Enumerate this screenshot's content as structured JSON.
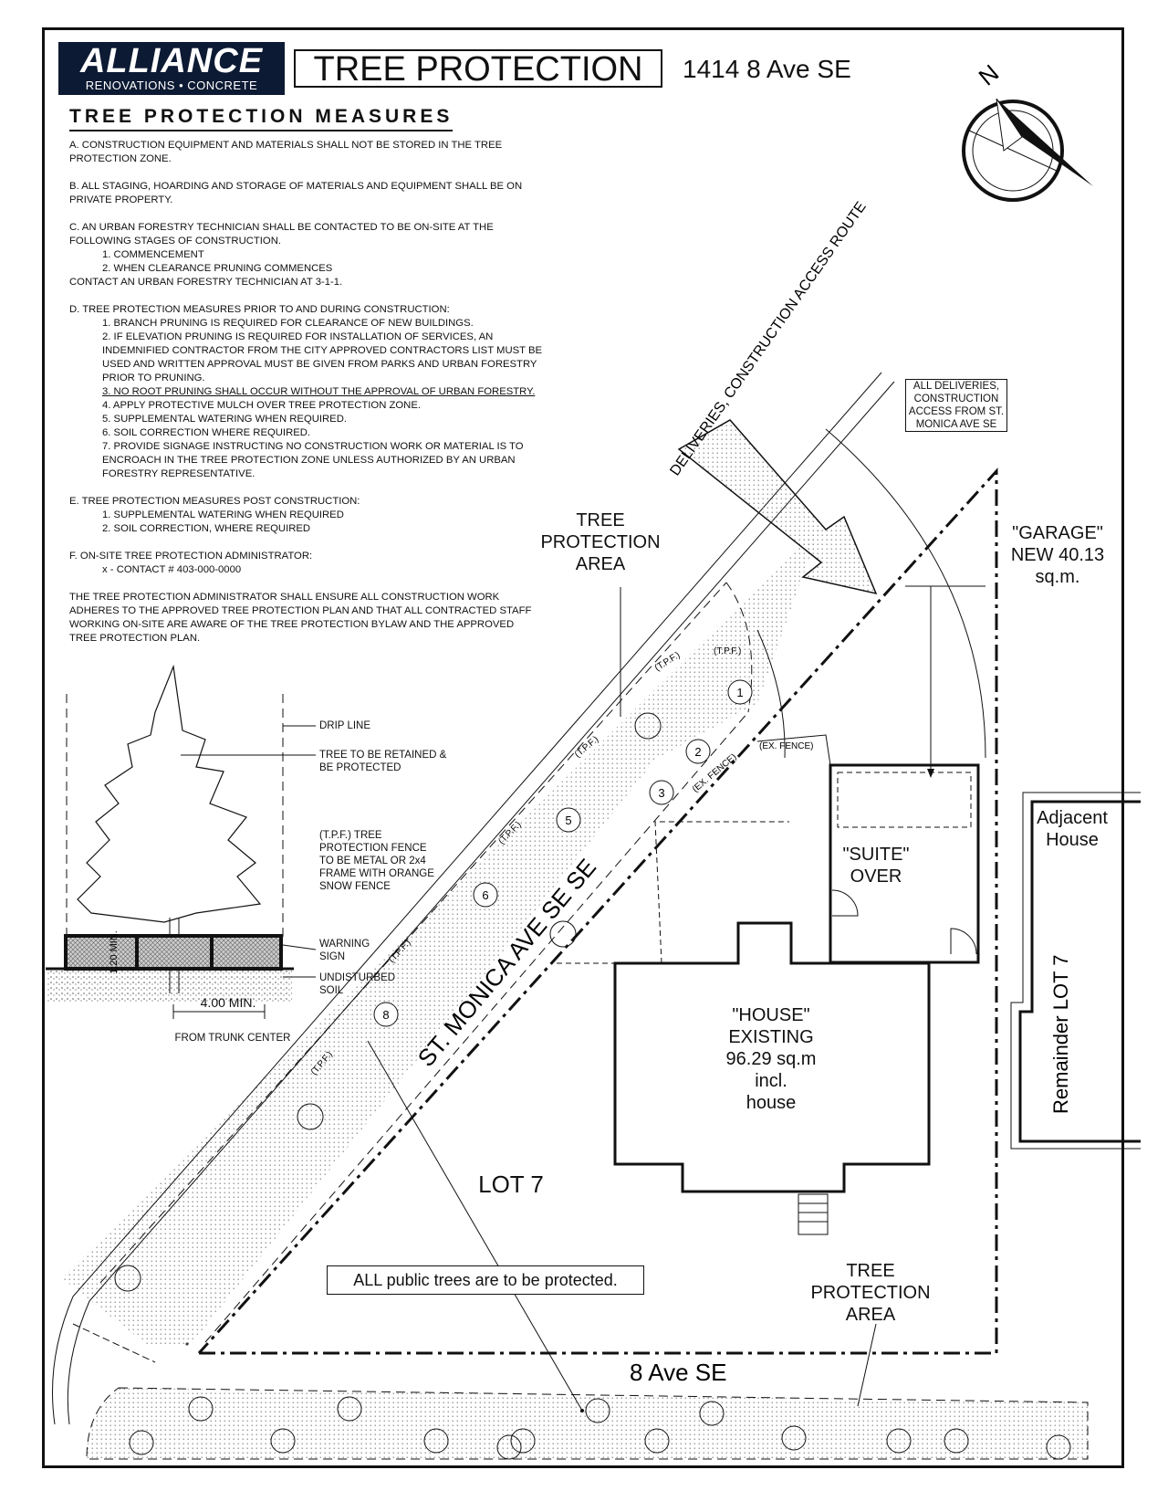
{
  "header": {
    "logo_main": "ALLIANCE",
    "logo_sub": "RENOVATIONS • CONCRETE",
    "title": "TREE PROTECTION",
    "address": "1414 8 Ave SE",
    "north_mark": "N"
  },
  "measures": {
    "heading": "TREE PROTECTION MEASURES",
    "a": "A. CONSTRUCTION EQUIPMENT AND MATERIALS SHALL NOT BE STORED IN THE TREE PROTECTION ZONE.",
    "b": "B. ALL STAGING, HOARDING AND STORAGE OF MATERIALS AND EQUIPMENT SHALL BE ON PRIVATE PROPERTY.",
    "c": "C. AN URBAN FORESTRY TECHNICIAN SHALL BE CONTACTED TO BE ON-SITE AT THE FOLLOWING STAGES OF CONSTRUCTION.",
    "c1": "1. COMMENCEMENT",
    "c2": "2. WHEN CLEARANCE PRUNING COMMENCES",
    "c3": "CONTACT AN URBAN FORESTRY TECHNICIAN AT 3-1-1.",
    "d": "D. TREE PROTECTION MEASURES PRIOR TO AND DURING CONSTRUCTION:",
    "d1": "1. BRANCH PRUNING IS REQUIRED FOR CLEARANCE OF NEW BUILDINGS.",
    "d2": "2. IF ELEVATION PRUNING IS REQUIRED FOR INSTALLATION OF SERVICES, AN INDEMNIFIED CONTRACTOR FROM THE CITY APPROVED CONTRACTORS LIST MUST BE USED AND WRITTEN APPROVAL MUST BE GIVEN FROM PARKS AND URBAN FORESTRY PRIOR TO PRUNING.",
    "d3": "3. NO ROOT PRUNING SHALL OCCUR WITHOUT THE APPROVAL OF URBAN FORESTRY.",
    "d4": "4. APPLY PROTECTIVE MULCH OVER TREE PROTECTION ZONE.",
    "d5": "5. SUPPLEMENTAL WATERING WHEN REQUIRED.",
    "d6": "6. SOIL CORRECTION WHERE REQUIRED.",
    "d7": "7. PROVIDE SIGNAGE INSTRUCTING NO CONSTRUCTION WORK OR MATERIAL IS TO ENCROACH IN THE TREE PROTECTION ZONE UNLESS AUTHORIZED BY AN URBAN FORESTRY REPRESENTATIVE.",
    "e": "E. TREE PROTECTION MEASURES POST CONSTRUCTION:",
    "e1": "1. SUPPLEMENTAL WATERING WHEN REQUIRED",
    "e2": "2. SOIL CORRECTION, WHERE REQUIRED",
    "f": "F. ON-SITE TREE PROTECTION ADMINISTRATOR:",
    "f1": "x - CONTACT # 403-000-0000",
    "g": "THE TREE PROTECTION ADMINISTRATOR SHALL ENSURE ALL CONSTRUCTION WORK ADHERES TO THE APPROVED TREE PROTECTION PLAN AND THAT ALL CONTRACTED STAFF WORKING ON-SITE ARE AWARE OF THE TREE PROTECTION BYLAW AND THE APPROVED TREE PROTECTION PLAN."
  },
  "detail": {
    "drip_line": "DRIP LINE",
    "tree_retained": "TREE TO BE RETAINED & BE PROTECTED",
    "tpf": "(T.P.F.) TREE PROTECTION FENCE TO BE METAL OR 2x4 FRAME WITH ORANGE SNOW FENCE",
    "warning_sign": "WARNING SIGN",
    "undisturbed_soil": "UNDISTURBED SOIL",
    "height": "1.20 MIN.",
    "min_distance": "4.00 MIN.",
    "from_trunk": "FROM TRUNK CENTER"
  },
  "site": {
    "tree_area_top": "TREE PROTECTION AREA",
    "tree_area_bottom": "TREE PROTECTION AREA",
    "deliveries_route": "DELIVERIES, CONSTRUCTION ACCESS ROUTE",
    "deliveries_note": "ALL DELIVERIES, CONSTRUCTION ACCESS FROM ST. MONICA AVE SE",
    "garage": "\"GARAGE\" NEW 40.13 sq.m.",
    "suite": "\"SUITE\" OVER",
    "house_l1": "\"HOUSE\"",
    "house_l2": "EXISTING",
    "house_l3": "96.29 sq.m",
    "house_l4": "incl.",
    "house_l5": "house",
    "adjacent": "Adjacent House",
    "remainder": "Remainder LOT 7",
    "lot": "LOT 7",
    "street_diag": "ST. MONICA AVE SE SE",
    "street_bottom": "8 Ave SE",
    "public_trees": "ALL public trees are to be protected.",
    "tpf_tag": "(T.P.F.)",
    "ex_fence": "(EX. FENCE)",
    "tree_numbers": [
      "1",
      "2",
      "3",
      "5",
      "6",
      "8"
    ]
  }
}
